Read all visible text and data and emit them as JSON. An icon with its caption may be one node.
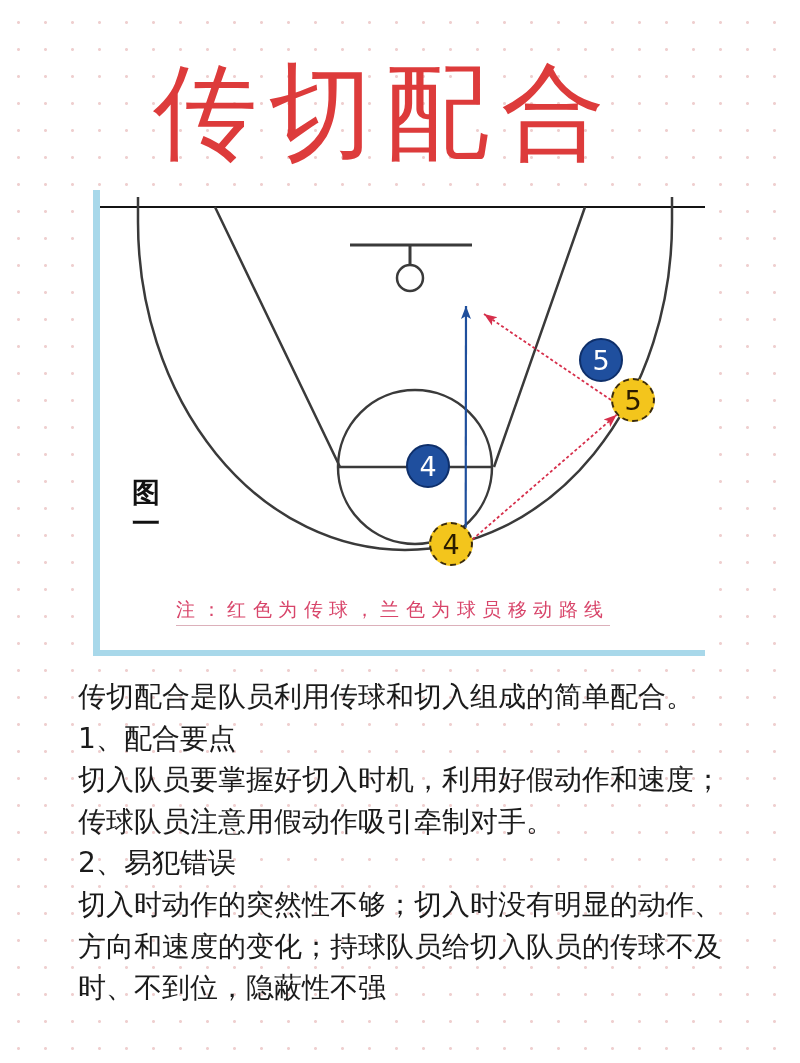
{
  "diagram": {
    "title": "传切配合",
    "nodes": [
      {
        "text": [
          "5"
        ]
      },
      {
        "text": [
          "5"
        ]
      },
      {
        "text": [
          "4"
        ]
      },
      {
        "text": [
          "4"
        ]
      }
    ],
    "edges": [
      {
        "from": 3,
        "to": null,
        "arrow": "to",
        "color": "#1f4f9c"
      },
      {
        "from": 3,
        "to": 1,
        "arrow": "to",
        "style": "dashed"
      },
      {
        "from": 1,
        "to": null,
        "arrow": "to",
        "style": "dashed"
      }
    ],
    "labels": [
      "图一",
      "注：红色为传球，兰色为球员移动路线",
      "传切配合是队员利用传球和切入组成的简单配合。",
      "1、配合要点",
      "切入队员要掌握好切入时机，利用好假动作和速度；传球队员注意用假动作吸引牵制对手。",
      "2、易犯错误",
      "切入时动作的突然性不够；切入时没有明显的动作、方向和速度的变化；持球队员给切入队员的传球不及时、不到位，隐蔽性不强"
    ]
  }
}
